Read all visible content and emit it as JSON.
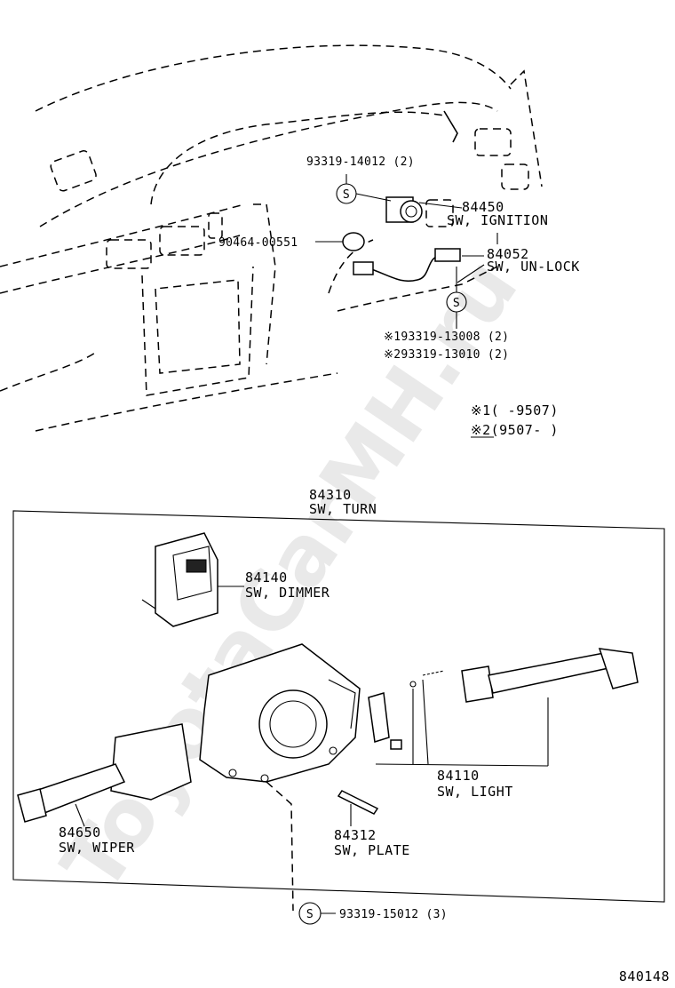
{
  "watermark": "ToyotaCarMH.ru",
  "diagram_code": "840148",
  "upper": {
    "bolt_93319_14012": "93319-14012 (2)",
    "part_84450_num": "84450",
    "part_84450_name": "SW, IGNITION",
    "part_90464": "90464-00551",
    "part_84052_num": "84052",
    "part_84052_name": "SW, UN-LOCK",
    "bolt_alt_1": "※193319-13008 (2)",
    "bolt_alt_2": "※293319-13010 (2)",
    "note_1": "※1(      -9507)",
    "note_2": "※2(9507-      )",
    "s_symbol": "S"
  },
  "lower": {
    "part_84310_num": "84310",
    "part_84310_name": "SW, TURN",
    "part_84140_num": "84140",
    "part_84140_name": "SW, DIMMER",
    "part_84110_num": "84110",
    "part_84110_name": "SW, LIGHT",
    "part_84650_num": "84650",
    "part_84650_name": "SW, WIPER",
    "part_84312_num": "84312",
    "part_84312_name": "SW, PLATE",
    "bolt_93319_15012": "93319-15012 (3)",
    "s_symbol": "S"
  }
}
